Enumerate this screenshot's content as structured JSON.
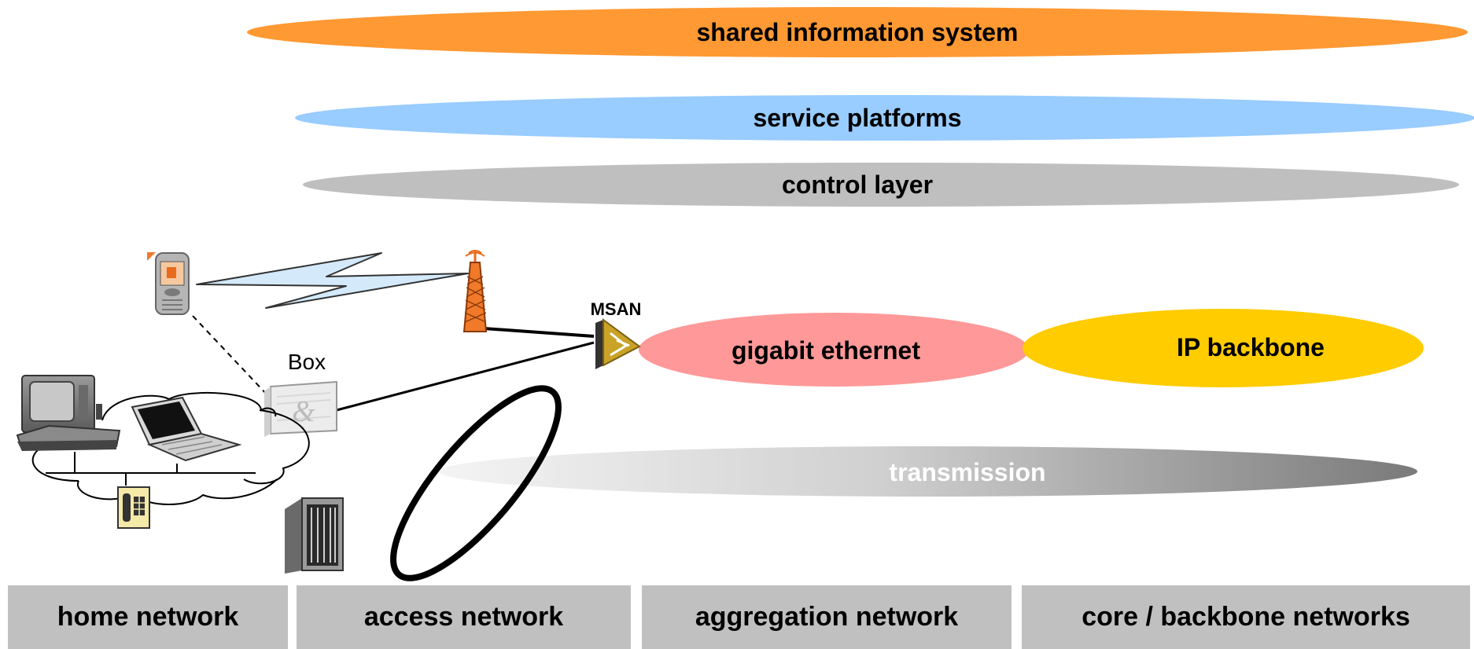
{
  "layers": {
    "shared_information_system": "shared information system",
    "service_platforms": "service platforms",
    "control_layer": "control layer",
    "transmission": "transmission"
  },
  "networks": {
    "gigabit_ethernet": "gigabit ethernet",
    "ip_backbone": "IP backbone"
  },
  "devices": {
    "msan": "MSAN",
    "box": "Box",
    "box_logo": "&"
  },
  "segments": [
    "home network",
    "access network",
    "aggregation network",
    "core / backbone networks"
  ],
  "colors": {
    "shared_information_system": "#FF9933",
    "service_platforms": "#99CCFF",
    "control_layer": "#BFBFBF",
    "gigabit_ethernet": "#FF9999",
    "ip_backbone": "#FFCC00",
    "segment_bar": "#C0C0C0"
  }
}
